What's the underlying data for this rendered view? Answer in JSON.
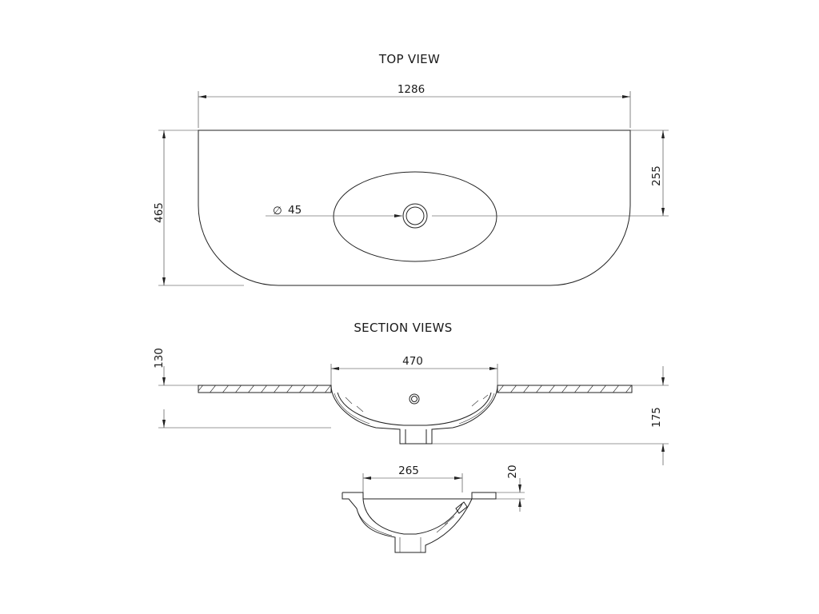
{
  "titles": {
    "top_view": "TOP VIEW",
    "section_views": "SECTION VIEWS"
  },
  "dimensions": {
    "overall_length": "1286",
    "overall_depth": "465",
    "tap_offset": "255",
    "waste_diameter": "45",
    "bowl_width": "470",
    "rim_height": "130",
    "basin_height": "175",
    "bowl_depth_section": "265",
    "slab_thickness": "20"
  },
  "symbols": {
    "diameter": "∅"
  }
}
